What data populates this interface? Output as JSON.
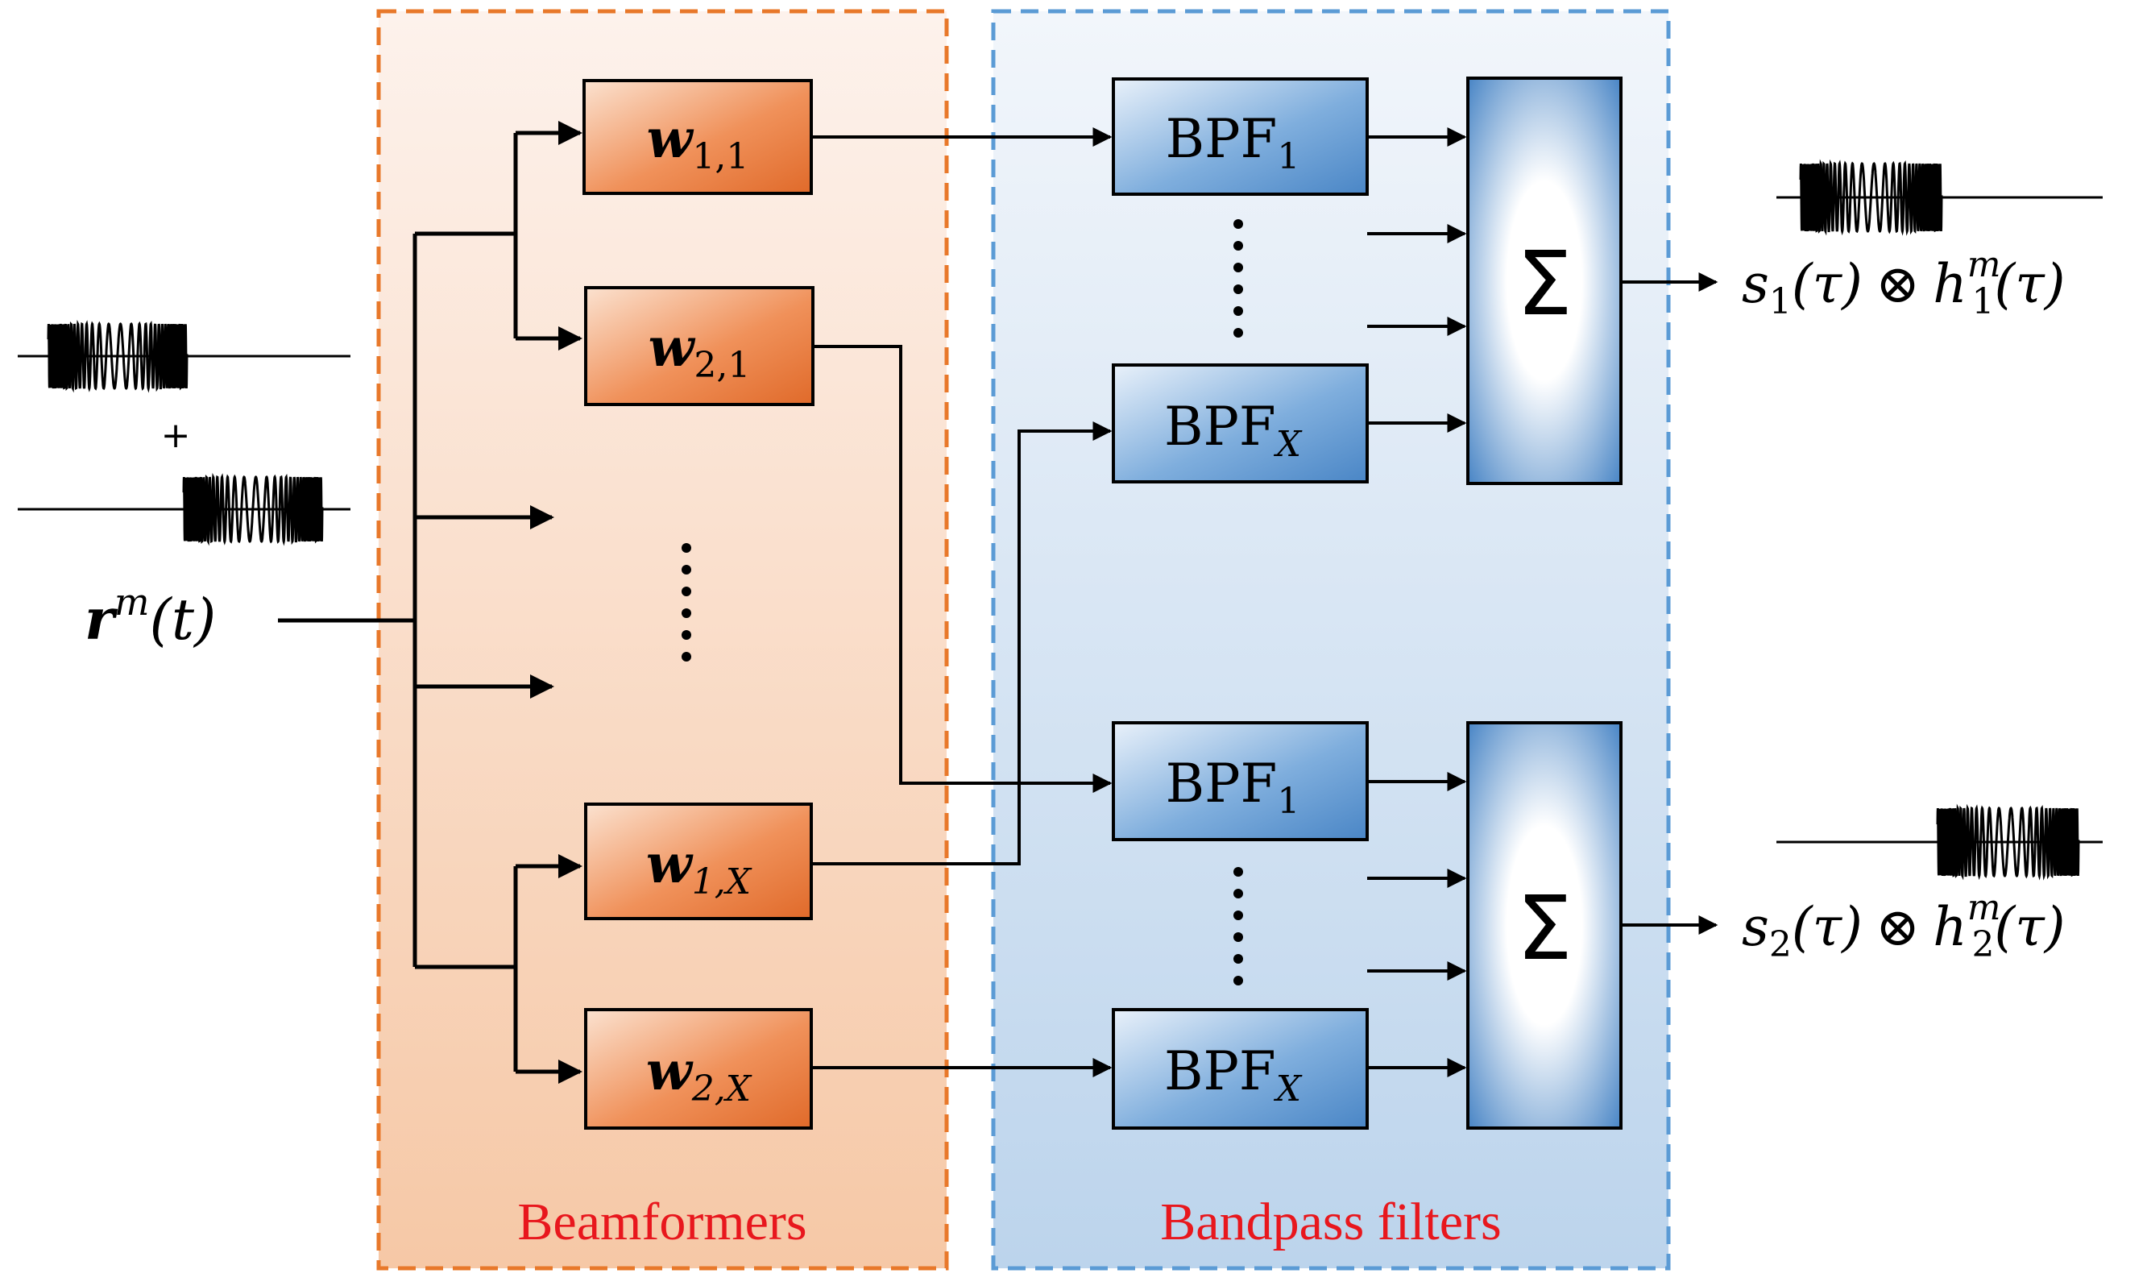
{
  "colors": {
    "beamformer_border": "#e8782a",
    "filter_border": "#5b9bd5",
    "caption": "#e8171d",
    "line": "#000000"
  },
  "input": {
    "base": "r",
    "superscript": "m",
    "argument": "(t)",
    "plus": "+"
  },
  "sections": {
    "beamformers_caption": "Beamformers",
    "filters_caption": "Bandpass filters"
  },
  "beamformers": [
    {
      "base": "w",
      "subscript": "1,1"
    },
    {
      "base": "w",
      "subscript": "2,1"
    },
    {
      "base": "w",
      "subscript": "1,X"
    },
    {
      "base": "w",
      "subscript": "2,X"
    }
  ],
  "filters": [
    {
      "base": "BPF",
      "subscript": "1"
    },
    {
      "base": "BPF",
      "subscript": "X"
    },
    {
      "base": "BPF",
      "subscript": "1"
    },
    {
      "base": "BPF",
      "subscript": "X"
    }
  ],
  "summers": [
    {
      "symbol": "Σ"
    },
    {
      "symbol": "Σ"
    }
  ],
  "outputs": [
    {
      "s": "s",
      "s_sub": "1",
      "arg": "(τ)",
      "op": "⊗",
      "h": "h",
      "h_sub": "1",
      "h_sup": "m",
      "arg2": "(τ)"
    },
    {
      "s": "s",
      "s_sub": "2",
      "arg": "(τ)",
      "op": "⊗",
      "h": "h",
      "h_sub": "2",
      "h_sup": "m",
      "arg2": "(τ)"
    }
  ]
}
